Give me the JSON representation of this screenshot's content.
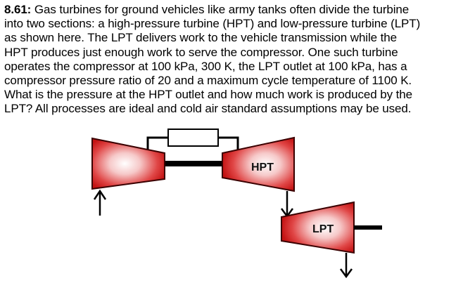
{
  "problem": {
    "number": "8.61:",
    "lines": [
      " Gas turbines for ground vehicles like army tanks often divide the turbine",
      "into two sections: a high-pressure turbine (HPT) and  low-pressure turbine (LPT)",
      "as shown here.  The LPT delivers work to the vehicle transmission while the",
      "HPT produces just enough work to serve the compressor.  One such turbine",
      "operates the compressor at 100 kPa, 300 K, the LPT outlet at 100 kPa, has a",
      "compressor pressure ratio of 20 and a maximum cycle temperature of 1100 K.",
      "What is the pressure at the HPT outlet and how much work is produced by the",
      "LPT?  All processes are ideal and cold air standard assumptions may be used."
    ]
  },
  "diagram": {
    "compressor_label": "",
    "hpt_label": "HPT",
    "lpt_label": "LPT",
    "combustor_label": "",
    "colors": {
      "component_fill_edge": "#d01010",
      "component_fill_center": "#ffffff",
      "outline": "#000000"
    }
  }
}
